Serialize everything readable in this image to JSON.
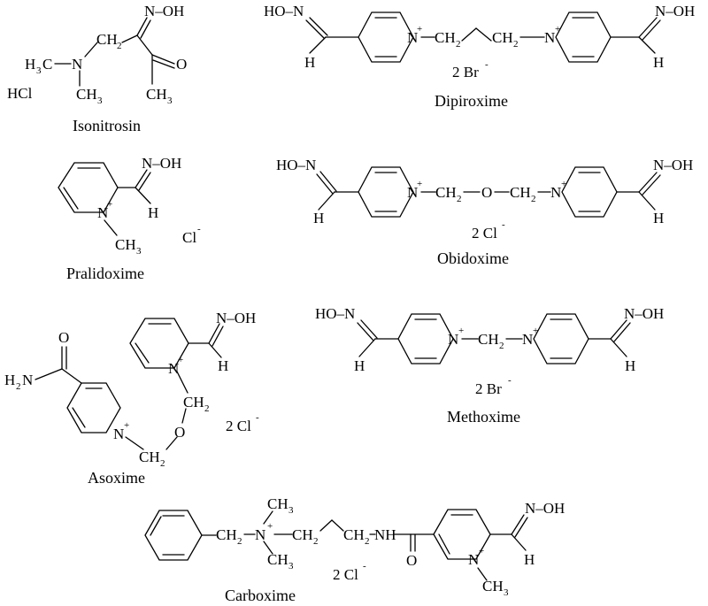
{
  "compounds": [
    {
      "name": "Isonitrosin",
      "salt": "HCl",
      "labels": {
        "n": "N",
        "h3c": "H",
        "h3c_sub": "3",
        "h3c_c": "C",
        "ch3": "CH",
        "ch3_sub": "3",
        "ch2": "CH",
        "ch2_sub": "2",
        "noh": "N–OH",
        "o": "O",
        "ch3b": "CH",
        "ch3b_sub": "3"
      }
    },
    {
      "name": "Dipiroxime",
      "salt": "2 Br",
      "salt_charge": "-",
      "labels": {
        "hoN": "HO–N",
        "h": "H",
        "n": "N",
        "plus": "+",
        "bridge": "CH",
        "sub2": "2",
        "nOH": "N–OH"
      }
    },
    {
      "name": "Pralidoxime",
      "salt": "Cl",
      "salt_charge": "-",
      "labels": {
        "noh": "N–OH",
        "n": "N",
        "plus": "+",
        "h": "H",
        "ch3": "CH",
        "ch3_sub": "3"
      }
    },
    {
      "name": "Obidoxime",
      "salt": "2 Cl",
      "salt_charge": "-",
      "labels": {
        "hoN": "HO–N",
        "h": "H",
        "n": "N",
        "plus": "+",
        "ch2": "CH",
        "sub2": "2",
        "o": "O",
        "nOH": "N–OH"
      }
    },
    {
      "name": "Asoxime",
      "salt": "2 Cl",
      "salt_charge": "-",
      "labels": {
        "h2n": "H",
        "h2n_sub": "2",
        "h2n_n": "N",
        "o": "O",
        "n": "N",
        "plus": "+",
        "ch2": "CH",
        "sub2": "2",
        "noh": "N–OH",
        "h": "H"
      }
    },
    {
      "name": "Methoxime",
      "salt": "2 Br",
      "salt_charge": "-",
      "labels": {
        "hoN": "HO–N",
        "h": "H",
        "n": "N",
        "plus": "+",
        "ch2": "CH",
        "sub2": "2",
        "nOH": "N–OH"
      }
    },
    {
      "name": "Carboxime",
      "salt": "2 Cl",
      "salt_charge": "-",
      "labels": {
        "ch2": "CH",
        "sub2": "2",
        "n": "N",
        "plus": "+",
        "ch3": "CH",
        "sub3": "3",
        "nh": "NH",
        "o": "O",
        "noh": "N–OH",
        "h": "H"
      }
    }
  ]
}
